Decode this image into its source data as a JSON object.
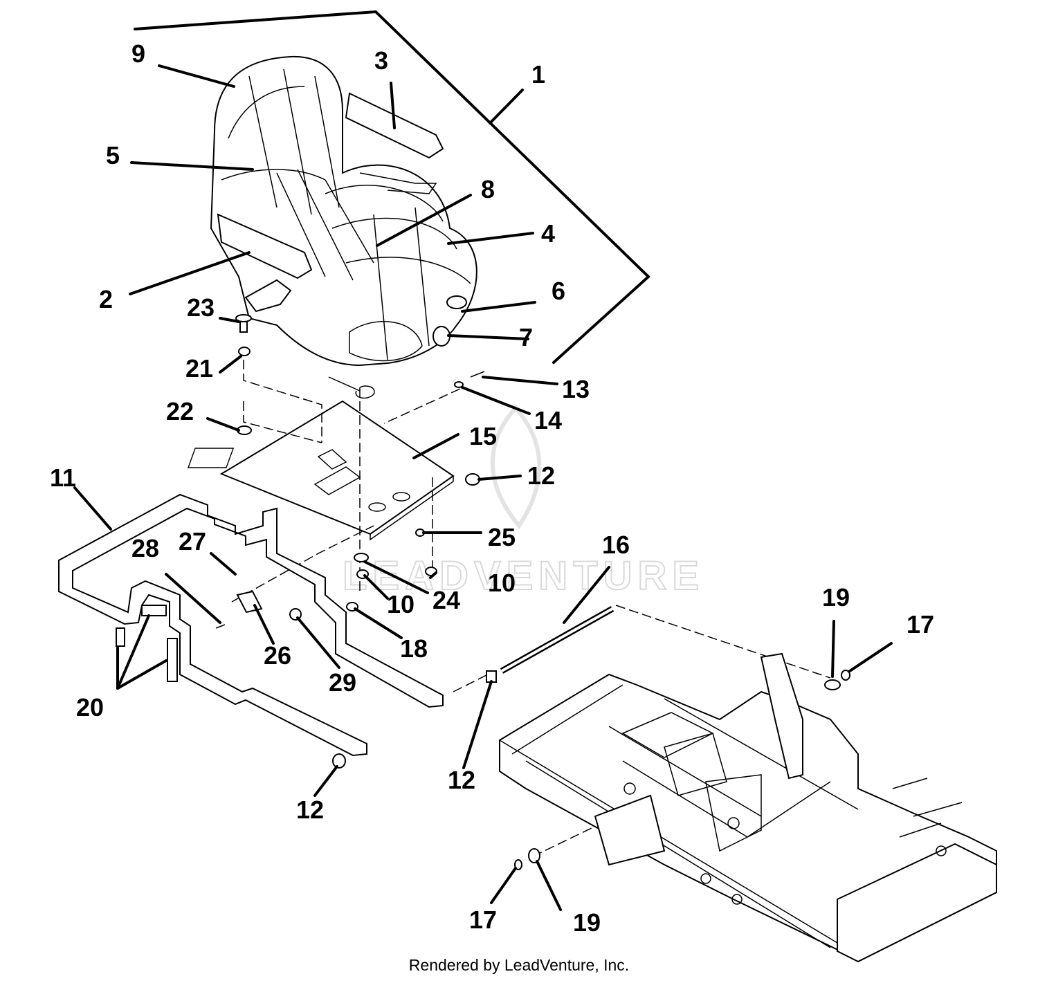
{
  "callouts": {
    "c1": "1",
    "c2": "2",
    "c3": "3",
    "c4": "4",
    "c5": "5",
    "c6": "6",
    "c7": "7",
    "c8": "8",
    "c9": "9",
    "c10a": "10",
    "c10b": "10",
    "c11": "11",
    "c12a": "12",
    "c12b": "12",
    "c12c": "12",
    "c13": "13",
    "c14": "14",
    "c15": "15",
    "c16": "16",
    "c17a": "17",
    "c17b": "17",
    "c18": "18",
    "c19a": "19",
    "c19b": "19",
    "c20": "20",
    "c21": "21",
    "c22": "22",
    "c23": "23",
    "c24": "24",
    "c25": "25",
    "c26": "26",
    "c27": "27",
    "c28": "28",
    "c29": "29"
  },
  "watermark": "LEADVENTURE",
  "footer": "Rendered by LeadVenture, Inc."
}
